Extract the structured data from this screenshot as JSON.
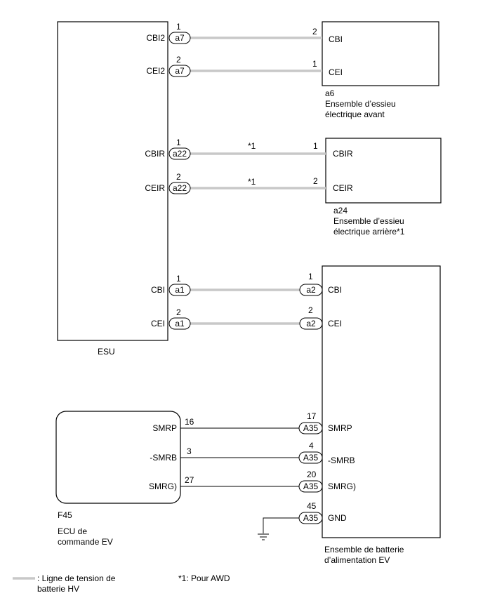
{
  "esu": {
    "name": "ESU",
    "pins": [
      {
        "pin": "1",
        "signal": "CBI2",
        "connector": "a7"
      },
      {
        "pin": "2",
        "signal": "CEI2",
        "connector": "a7"
      },
      {
        "pin": "1",
        "signal": "CBIR",
        "connector": "a22"
      },
      {
        "pin": "2",
        "signal": "CEIR",
        "connector": "a22"
      },
      {
        "pin": "1",
        "signal": "CBI",
        "connector": "a1"
      },
      {
        "pin": "2",
        "signal": "CEI",
        "connector": "a1"
      }
    ]
  },
  "front_axle": {
    "code": "a6",
    "name_line1": "Ensemble d’essieu",
    "name_line2": "électrique avant",
    "pins": [
      {
        "pin": "2",
        "signal": "CBI"
      },
      {
        "pin": "1",
        "signal": "CEI"
      }
    ]
  },
  "rear_axle": {
    "code": "a24",
    "name_line1": "Ensemble d’essieu",
    "name_line2": "électrique arrière*1",
    "pins": [
      {
        "pin": "1",
        "signal": "CBIR",
        "note": "*1"
      },
      {
        "pin": "2",
        "signal": "CEIR",
        "note": "*1"
      }
    ]
  },
  "battery": {
    "name_line1": "Ensemble de batterie",
    "name_line2": "d’alimentation EV",
    "hv_pins": [
      {
        "pin": "1",
        "signal": "CBI",
        "connector": "a2"
      },
      {
        "pin": "2",
        "signal": "CEI",
        "connector": "a2"
      }
    ],
    "pins": [
      {
        "pin": "17",
        "signal": "SMRP",
        "connector": "A35"
      },
      {
        "pin": "4",
        "signal": "-SMRB",
        "connector": "A35"
      },
      {
        "pin": "20",
        "signal": "SMRG)",
        "connector": "A35"
      },
      {
        "pin": "45",
        "signal": "GND",
        "connector": "A35"
      }
    ]
  },
  "ecu": {
    "code": "F45",
    "name_line1": "ECU de",
    "name_line2": "commande EV",
    "pins": [
      {
        "pin": "16",
        "signal": "SMRP"
      },
      {
        "pin": "3",
        "signal": "-SMRB"
      },
      {
        "pin": "27",
        "signal": "SMRG)"
      }
    ]
  },
  "legend": {
    "hv_line_line1": ": Ligne de tension de",
    "hv_line_line2": "batterie HV",
    "note": "*1: Pour AWD",
    "hv_color": "#c8c8c8"
  }
}
